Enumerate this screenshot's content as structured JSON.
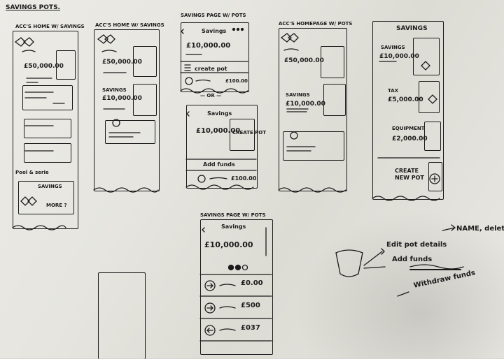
{
  "sheet": {
    "title": "SAVINGS POTS."
  },
  "sketch1": {
    "title": "ACC'S HOME W/ SAVINGS",
    "amount": "£50,000.00",
    "section": "Pool & serie",
    "savings": "SAVINGS",
    "more": "MORE ?"
  },
  "sketch2": {
    "title": "ACC'S HOME W/ SAVINGS",
    "amount": "£50,000.00",
    "savings": "SAVINGS",
    "savings_amount": "£10,000.00"
  },
  "sketch3": {
    "title": "SAVINGS PAGE W/ POTS",
    "header": "Savings",
    "amount": "£10,000.00",
    "create": "create pot",
    "row_amount": "£100.00",
    "or": "— OR —"
  },
  "sketch3b": {
    "header": "Savings",
    "amount": "£10,000.00",
    "create": "CREATE POT",
    "add": "Add funds",
    "row_amount": "£100.00"
  },
  "sketch4": {
    "title": "ACC'S HOMEPAGE W/ POTS",
    "amount": "£50,000.00",
    "savings": "SAVINGS",
    "savings_amount": "£10,000.00"
  },
  "sketch5": {
    "title": "SAVINGS",
    "pots": [
      {
        "name": "SAVINGS",
        "amount": "£10,000.00"
      },
      {
        "name": "TAX",
        "amount": "£5,000.00"
      },
      {
        "name": "EQUIPMENT",
        "amount": "£2,000.00"
      }
    ],
    "create": "CREATE NEW POT"
  },
  "sketch6": {
    "title": "SAVINGS PAGE W/ POTS",
    "header": "Savings",
    "amount": "£10,000.00",
    "rows": [
      "£0.00",
      "£500",
      "£037"
    ]
  },
  "notes": {
    "item1": "Edit pot details",
    "item1b": "NAME, delete",
    "item2": "Add funds",
    "item3": "Withdraw funds",
    "jar": "jar"
  }
}
